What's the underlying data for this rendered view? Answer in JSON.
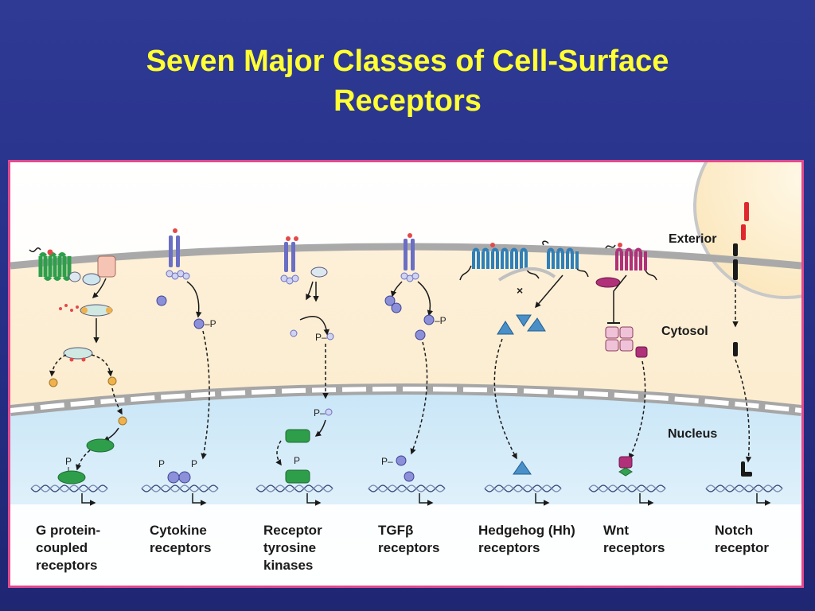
{
  "title": {
    "line1": "Seven Major Classes of Cell-Surface",
    "line2": "Receptors"
  },
  "regions": {
    "exterior": "Exterior",
    "cytosol": "Cytosol",
    "nucleus": "Nucleus"
  },
  "phospho_label": "P",
  "inhibit_marker": "×",
  "receptor_classes": [
    {
      "lines": [
        "G protein-",
        "coupled",
        "receptors"
      ]
    },
    {
      "lines": [
        "Cytokine",
        "receptors"
      ]
    },
    {
      "lines": [
        "Receptor",
        "tyrosine",
        "kinases"
      ]
    },
    {
      "lines": [
        "TGFβ",
        "receptors"
      ]
    },
    {
      "lines": [
        "Hedgehog (Hh)",
        "receptors"
      ]
    },
    {
      "lines": [
        "Wnt",
        "receptors"
      ]
    },
    {
      "lines": [
        "Notch",
        "receptor"
      ]
    }
  ],
  "colors": {
    "slide_bg": "#2a3490",
    "title": "#ffff33",
    "frame_border": "#e04a8e",
    "gpcr": "#2e9e4a",
    "cytokine": "#6a6ec4",
    "hedgehog": "#2f7fb8",
    "wnt": "#b0307a",
    "notch_red": "#e0262e"
  }
}
